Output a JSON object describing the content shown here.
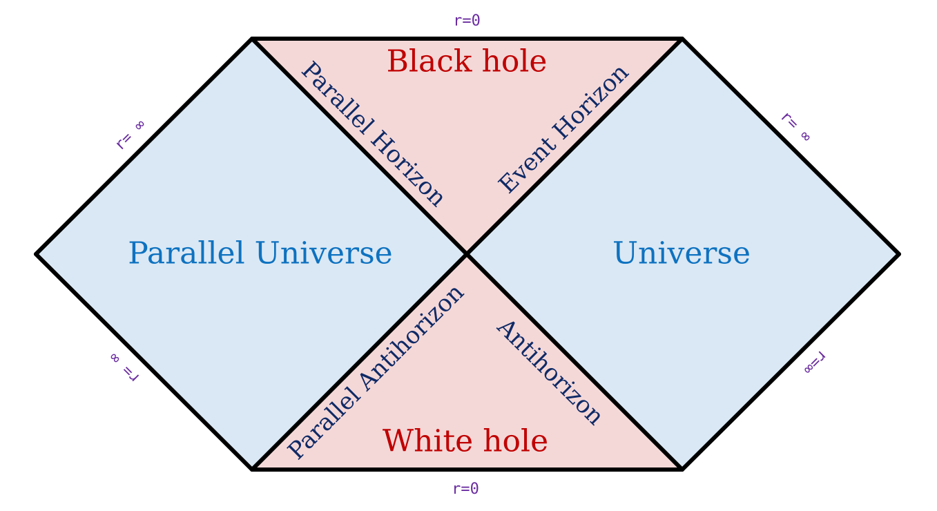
{
  "colors": {
    "universe_fill": "#dae8f5",
    "hole_fill": "#f4d8d8",
    "outline": "#000000",
    "universe_text": "#0e72c0",
    "hole_text": "#c00000",
    "horizon_text": "#0f2a66",
    "boundary_text": "#6a2ca0"
  },
  "regions": {
    "black_hole": "Black hole",
    "white_hole": "White hole",
    "universe": "Universe",
    "parallel_universe": "Parallel Universe"
  },
  "horizons": {
    "event_horizon": "Event Horizon",
    "parallel_horizon": "Parallel Horizon",
    "antihorizon": "Antihorizon",
    "parallel_antihorizon": "Parallel Antihorizon"
  },
  "boundaries": {
    "top_singularity": "r=0",
    "bottom_singularity": "r=0",
    "upper_left_infinity": "r= ∞",
    "upper_right_infinity": "r= ∞",
    "lower_left_infinity": "r= ∞",
    "lower_right_infinity": "r=∞"
  }
}
